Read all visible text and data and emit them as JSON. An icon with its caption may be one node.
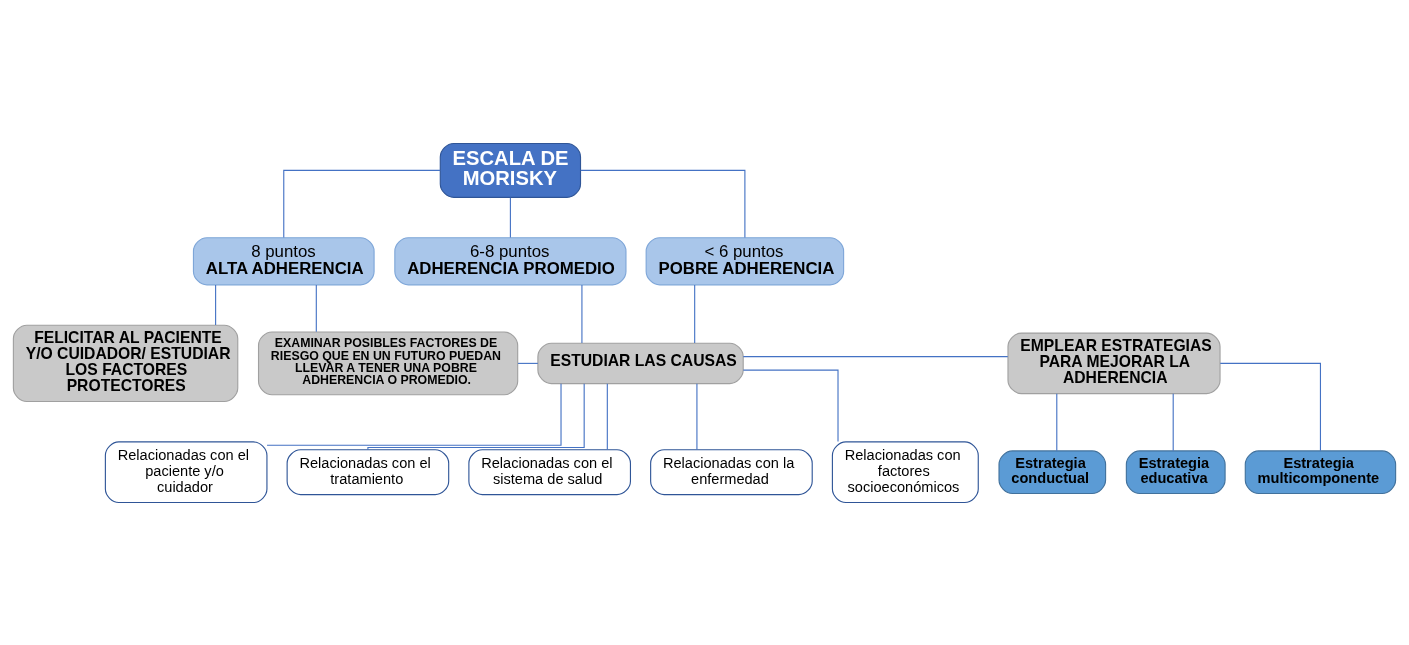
{
  "diagram": {
    "nodes": [
      {
        "text": [
          "ESCALA DE MORISKY"
        ]
      },
      {
        "text": [
          "8 puntos",
          "ALTA ADHERENCIA"
        ]
      },
      {
        "text": [
          "6-8 puntos",
          "ADHERENCIA PROMEDIO"
        ]
      },
      {
        "text": [
          "< 6 puntos",
          "POBRE ADHERENCIA"
        ]
      },
      {
        "text": [
          "FELICITAR AL PACIENTE Y/O CUIDADOR/ ESTUDIAR LOS FACTORES PROTECTORES"
        ]
      },
      {
        "text": [
          "EXAMINAR POSIBLES FACTORES DE RIESGO QUE EN UN FUTURO PUEDAN LLEVAR A TENER UNA POBRE ADHERENCIA O PROMEDIO."
        ]
      },
      {
        "text": [
          "ESTUDIAR LAS CAUSAS"
        ]
      },
      {
        "text": [
          "EMPLEAR ESTRATEGIAS PARA MEJORAR LA ADHERENCIA"
        ]
      },
      {
        "text": [
          "Estrategia conductual"
        ]
      },
      {
        "text": [
          "Estrategia educativa"
        ]
      },
      {
        "text": [
          "Estrategia multicomponente"
        ]
      },
      {
        "text": [
          "Relacionadas con el paciente y/o cuidador"
        ]
      },
      {
        "text": [
          "Relacionadas con el tratamiento"
        ]
      },
      {
        "text": [
          "Relacionadas con el sistema de salud"
        ]
      },
      {
        "text": [
          "Relacionadas con la enfermedad"
        ]
      },
      {
        "text": [
          "Relacionadas con factores socioeconómicos"
        ]
      }
    ],
    "edges": [
      {
        "from": 0,
        "to": 1,
        "arrow": "none"
      },
      {
        "from": 0,
        "to": 2,
        "arrow": "none"
      },
      {
        "from": 0,
        "to": 3,
        "arrow": "none"
      },
      {
        "from": 1,
        "to": 4,
        "arrow": "none"
      },
      {
        "from": 1,
        "to": 5,
        "arrow": "none"
      },
      {
        "from": 2,
        "to": 6,
        "arrow": "none"
      },
      {
        "from": 3,
        "to": 6,
        "arrow": "none"
      },
      {
        "from": 5,
        "to": 6,
        "arrow": "none"
      },
      {
        "from": 6,
        "to": 7,
        "arrow": "none"
      },
      {
        "from": 7,
        "to": 8,
        "arrow": "none"
      },
      {
        "from": 7,
        "to": 9,
        "arrow": "none"
      },
      {
        "from": 7,
        "to": 10,
        "arrow": "none"
      },
      {
        "from": 6,
        "to": 11,
        "arrow": "none"
      },
      {
        "from": 6,
        "to": 12,
        "arrow": "none"
      },
      {
        "from": 6,
        "to": 13,
        "arrow": "none"
      },
      {
        "from": 6,
        "to": 14,
        "arrow": "none"
      },
      {
        "from": 6,
        "to": 15,
        "arrow": "none"
      }
    ]
  }
}
